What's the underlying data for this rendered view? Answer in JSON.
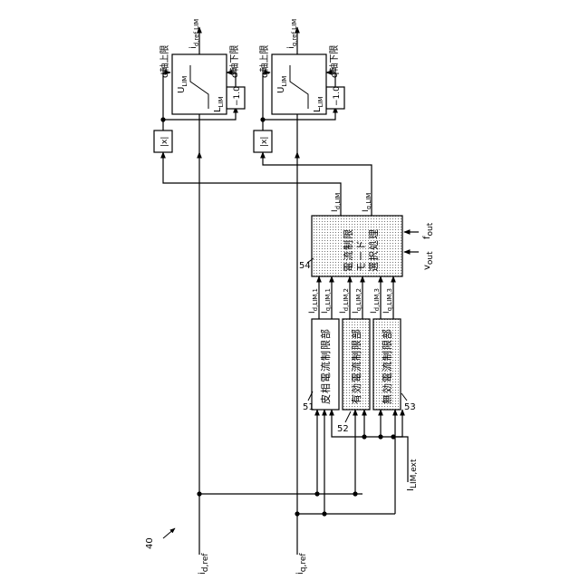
{
  "diagram": {
    "ref_numeral": "40",
    "inputs": {
      "id_ref": "i",
      "id_ref_sub": "d,ref",
      "iq_ref": "i",
      "iq_ref_sub": "q,ref",
      "ilim_ext": "I",
      "ilim_ext_sub": "LIM,ext",
      "v_out": "v",
      "v_out_sub": "out",
      "f_out": "f",
      "f_out_sub": "out"
    },
    "blocks": {
      "b51": {
        "label": "皮相電流制限部",
        "ref": "51"
      },
      "b52": {
        "label": "有効電流制限部",
        "ref": "52"
      },
      "b53": {
        "label": "無効電流制限部",
        "ref": "53"
      },
      "b54": {
        "label_line1": "電流制限",
        "label_line2": "モード",
        "label_line3": "選択処理",
        "ref": "54"
      }
    },
    "signals": {
      "s51_out1": {
        "main": "I",
        "sub": "d,LIM,1"
      },
      "s51_out2": {
        "main": "I",
        "sub": "q,LIM,1"
      },
      "s52_out1": {
        "main": "I",
        "sub": "d,LIM,2"
      },
      "s52_out2": {
        "main": "I",
        "sub": "q,LIM,2"
      },
      "s53_out1": {
        "main": "I",
        "sub": "d,LIM,3"
      },
      "s53_out2": {
        "main": "I",
        "sub": "q,LIM,3"
      },
      "s54_out1": {
        "main": "I",
        "sub": "d,LIM"
      },
      "s54_out2": {
        "main": "I",
        "sub": "q,LIM"
      },
      "id_ref_lim": {
        "main": "i",
        "sub": "d,ref,LIM"
      },
      "iq_ref_lim": {
        "main": "i",
        "sub": "q,ref,LIM"
      }
    },
    "limiters": {
      "d": {
        "upper_label": "d軸上限",
        "lower_label": "d軸下限",
        "upper_symbol": "U",
        "upper_sub": "LIM",
        "lower_symbol": "L",
        "lower_sub": "LIM",
        "gain": "−1.0",
        "abs": "|x|"
      },
      "q": {
        "upper_label": "q軸上限",
        "lower_label": "q軸下限",
        "upper_symbol": "U",
        "upper_sub": "LIM",
        "lower_symbol": "L",
        "lower_sub": "LIM",
        "gain": "−1.0",
        "abs": "|x|"
      }
    }
  }
}
